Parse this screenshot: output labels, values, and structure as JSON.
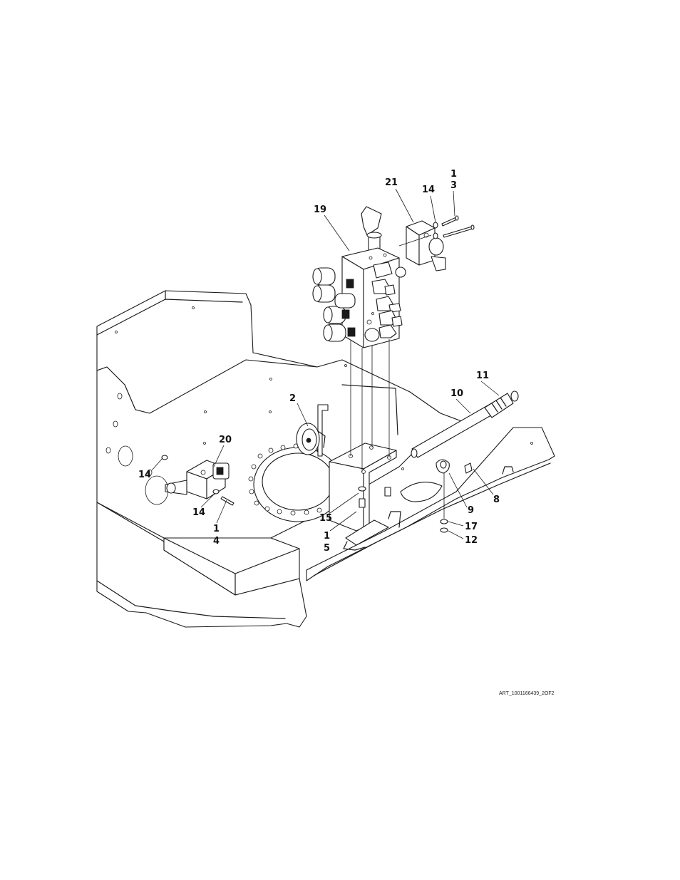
{
  "callouts": [
    {
      "id": "c1a",
      "text": "1"
    },
    {
      "id": "c3",
      "text": "3"
    },
    {
      "id": "c21",
      "text": "21"
    },
    {
      "id": "c14a",
      "text": "14"
    },
    {
      "id": "c19",
      "text": "19"
    },
    {
      "id": "c11",
      "text": "11"
    },
    {
      "id": "c10",
      "text": "10"
    },
    {
      "id": "c2",
      "text": "2"
    },
    {
      "id": "c20",
      "text": "20"
    },
    {
      "id": "c14b",
      "text": "14"
    },
    {
      "id": "c14c",
      "text": "14"
    },
    {
      "id": "c1b",
      "text": "1"
    },
    {
      "id": "c4",
      "text": "4"
    },
    {
      "id": "c15",
      "text": "15"
    },
    {
      "id": "c1c",
      "text": "1"
    },
    {
      "id": "c5",
      "text": "5"
    },
    {
      "id": "c8",
      "text": "8"
    },
    {
      "id": "c9",
      "text": "9"
    },
    {
      "id": "c17",
      "text": "17"
    },
    {
      "id": "c12",
      "text": "12"
    }
  ],
  "art_reference": "ART_1001166439_2OF2"
}
